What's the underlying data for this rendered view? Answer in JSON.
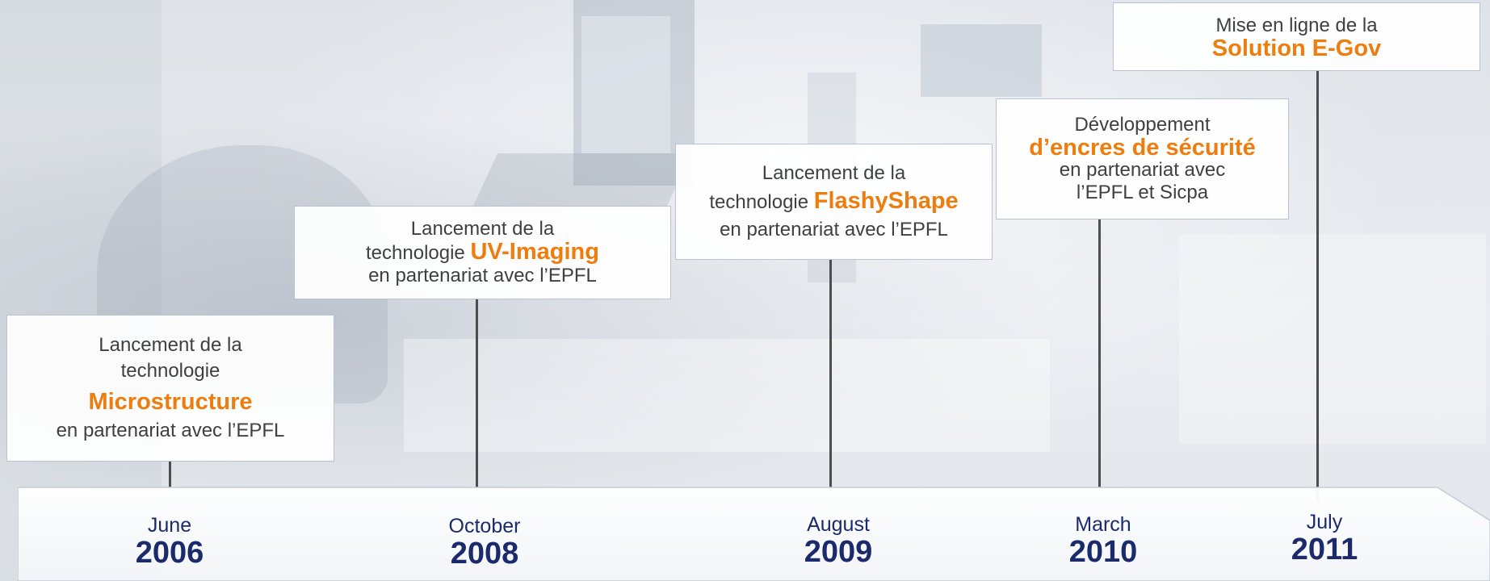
{
  "events": [
    {
      "lines": [
        "Lancement de la",
        "technologie"
      ],
      "highlight": "Microstructure",
      "after": "en partenariat avec l’EPFL",
      "month": "June",
      "year": "2006"
    },
    {
      "line1": "Lancement de la",
      "prefix": "technologie",
      "highlight": "UV-Imaging",
      "after": "en partenariat avec l’EPFL",
      "month": "October",
      "year": "2008"
    },
    {
      "line1": "Lancement de la",
      "prefix": "technologie",
      "highlight": "FlashyShape",
      "after": "en partenariat avec l’EPFL",
      "month": "August",
      "year": "2009"
    },
    {
      "line1": "Développement",
      "highlight": "d’encres de sécurité",
      "after1": "en partenariat avec",
      "after2": "l’EPFL et Sicpa",
      "month": "March",
      "year": "2010"
    },
    {
      "line1": "Mise en ligne de la",
      "highlight": "Solution E-Gov",
      "month": "July",
      "year": "2011"
    }
  ],
  "colors": {
    "highlight": "#ee7d0e",
    "date": "#1b2a6b",
    "box_border": "#b9c3d3",
    "connector": "#4d4d4d"
  }
}
